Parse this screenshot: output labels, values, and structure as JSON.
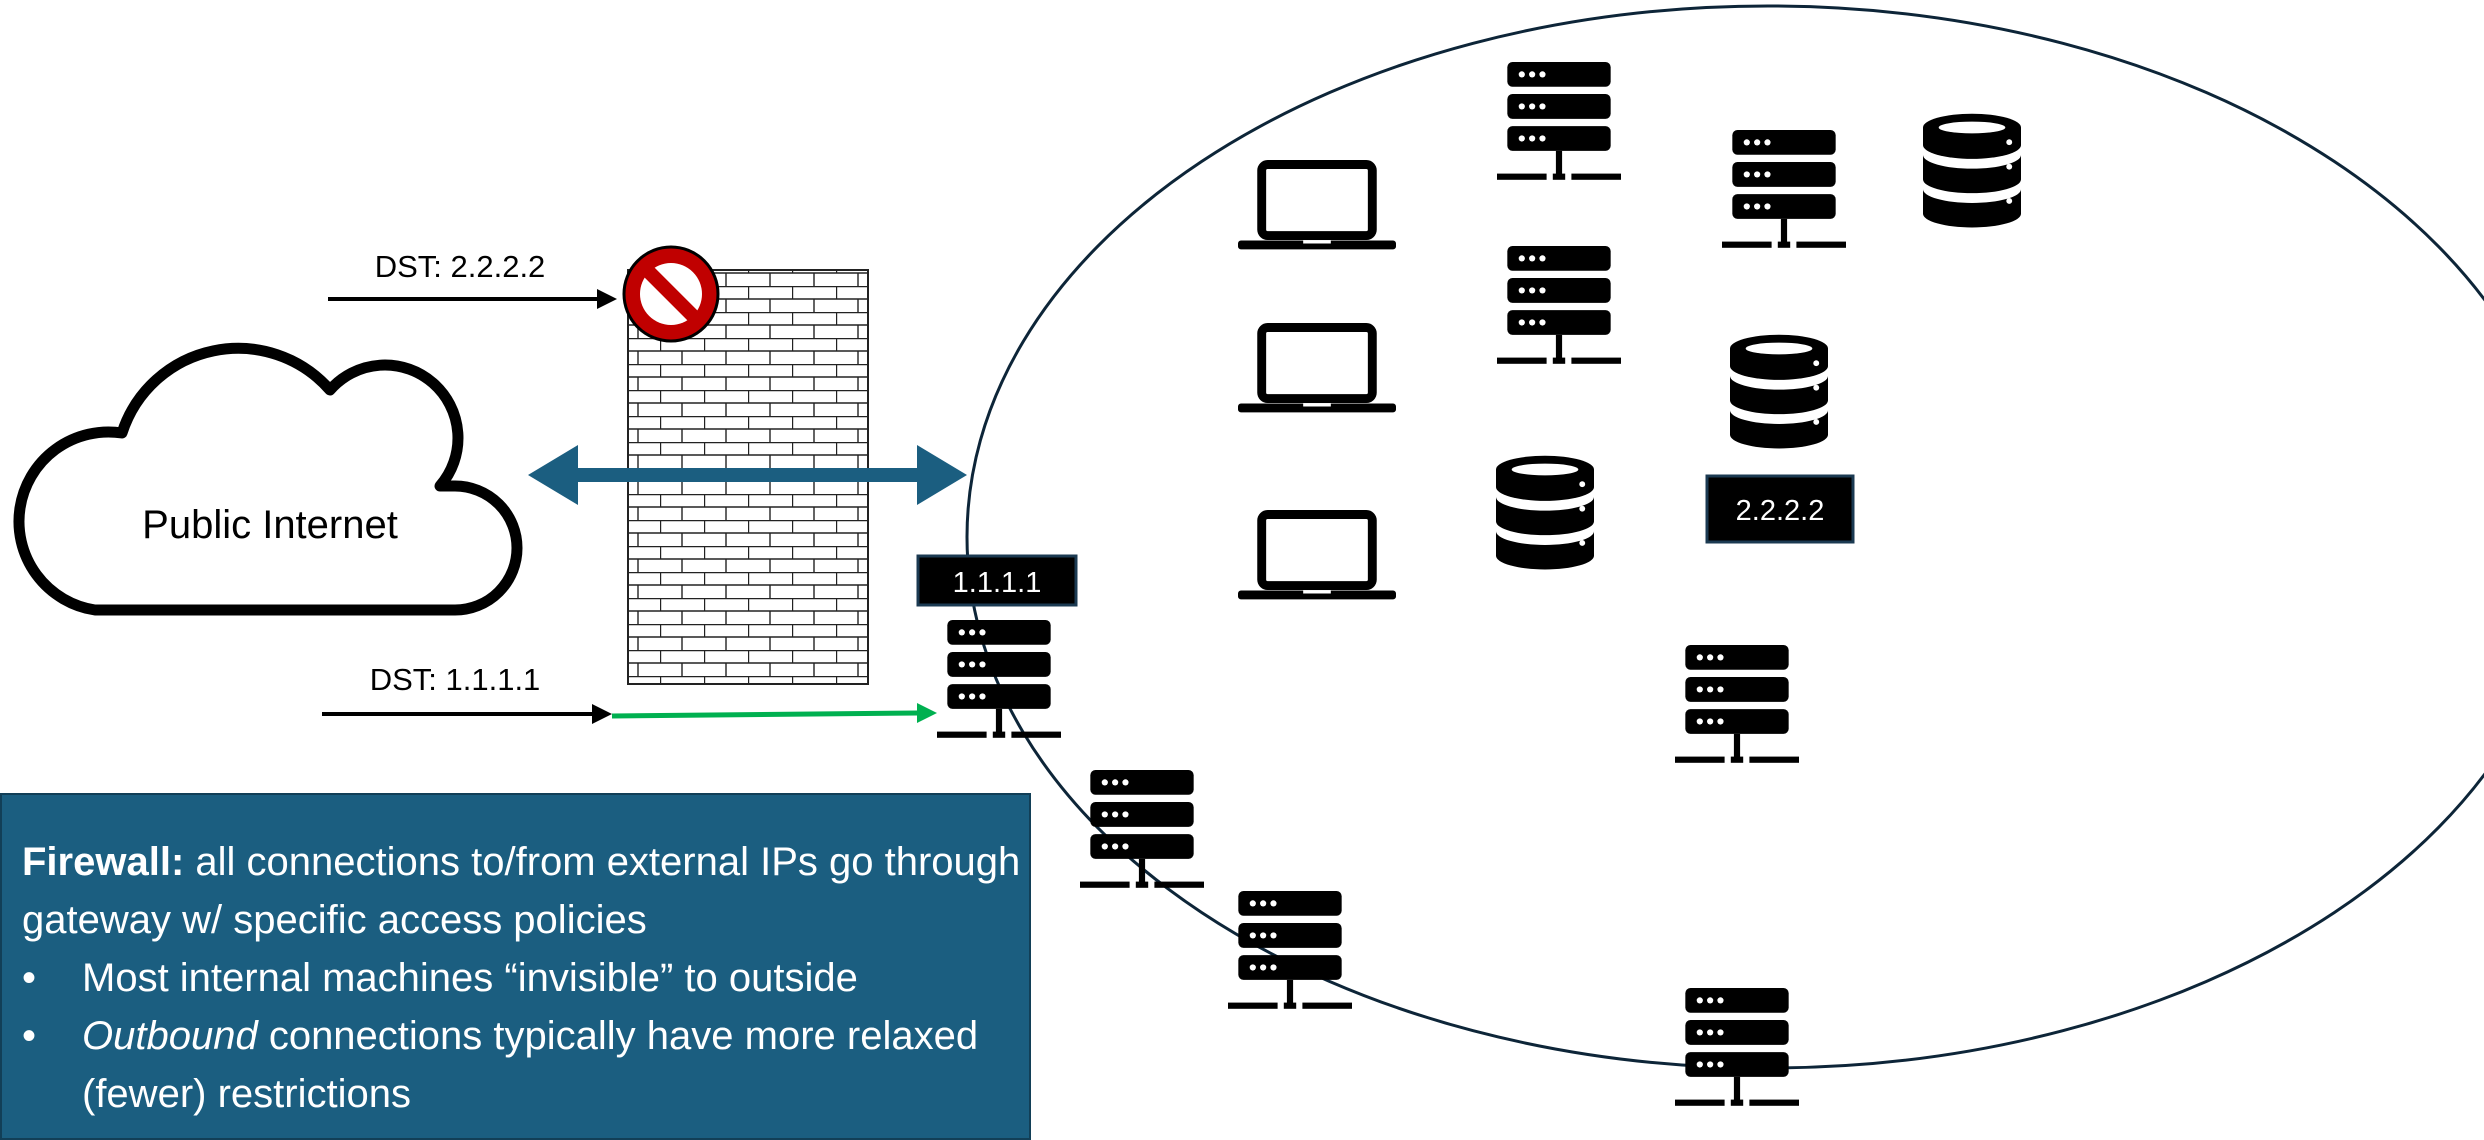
{
  "cloud": {
    "label": "Public Internet"
  },
  "arrows": {
    "top_label": "DST: 2.2.2.2",
    "bottom_label": "DST: 1.1.1.1"
  },
  "ip_labels": {
    "gateway": "1.1.1.1",
    "internal": "2.2.2.2"
  },
  "info": {
    "title": "Firewall:",
    "intro": " all connections to/from external IPs go through gateway w/ specific access policies",
    "bullets": [
      {
        "text": "Most internal machines “invisible” to outside"
      },
      {
        "emphasis": "Outbound",
        "text": " connections typically have more relaxed (fewer) restrictions"
      }
    ]
  },
  "colors": {
    "network_outline": "#0d2538",
    "bidirectional_arrow": "#1b5e80",
    "allowed_arrow": "#00b050",
    "blocked_sign": "#c00000",
    "info_background": "#1b5e80"
  },
  "icons": [
    "cloud-icon",
    "firewall-wall-icon",
    "no-entry-icon",
    "laptop-icon",
    "server-icon",
    "database-icon"
  ]
}
